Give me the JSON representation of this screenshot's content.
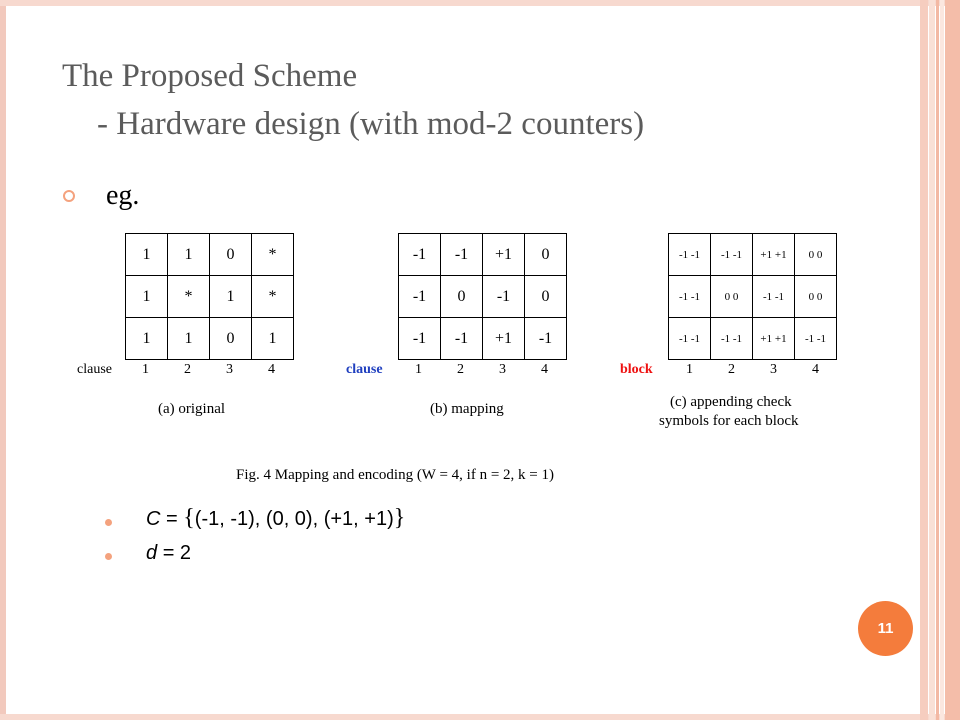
{
  "slide": {
    "title_line1": "The Proposed Scheme",
    "title_line2": "- Hardware design (with mod-2 counters)",
    "bullet": "eg.",
    "page_number": "11",
    "accent_color": "#f47c3c"
  },
  "figure": {
    "table_a": [
      [
        "1",
        "1",
        "0",
        "*"
      ],
      [
        "1",
        "*",
        "1",
        "*"
      ],
      [
        "1",
        "1",
        "0",
        "1"
      ]
    ],
    "table_b": [
      [
        "-1",
        "-1",
        "+1",
        "0"
      ],
      [
        "-1",
        "0",
        "-1",
        "0"
      ],
      [
        "-1",
        "-1",
        "+1",
        "-1"
      ]
    ],
    "table_c": [
      [
        "-1 -1",
        "-1 -1",
        "+1 +1",
        "0 0"
      ],
      [
        "-1 -1",
        "0 0",
        "-1 -1",
        "0 0"
      ],
      [
        "-1 -1",
        "-1 -1",
        "+1 +1",
        "-1 -1"
      ]
    ],
    "axis_numbers": [
      "1",
      "2",
      "3",
      "4"
    ],
    "label_a": "clause",
    "label_b": "clause",
    "label_c": "block",
    "caption_a": "(a) original",
    "caption_b": "(b) mapping",
    "caption_c_line1": "(c) appending check",
    "caption_c_line2": "symbols for each block",
    "fig_caption": "Fig. 4 Mapping and encoding (W = 4, if n = 2, k = 1)"
  },
  "formulas": {
    "c_var": "C",
    "c_eq": "=",
    "c_open": "{",
    "c_set": "(-1, -1), (0, 0), (+1, +1)",
    "c_close": "}",
    "d_var": "d",
    "d_eq": "= 2"
  }
}
